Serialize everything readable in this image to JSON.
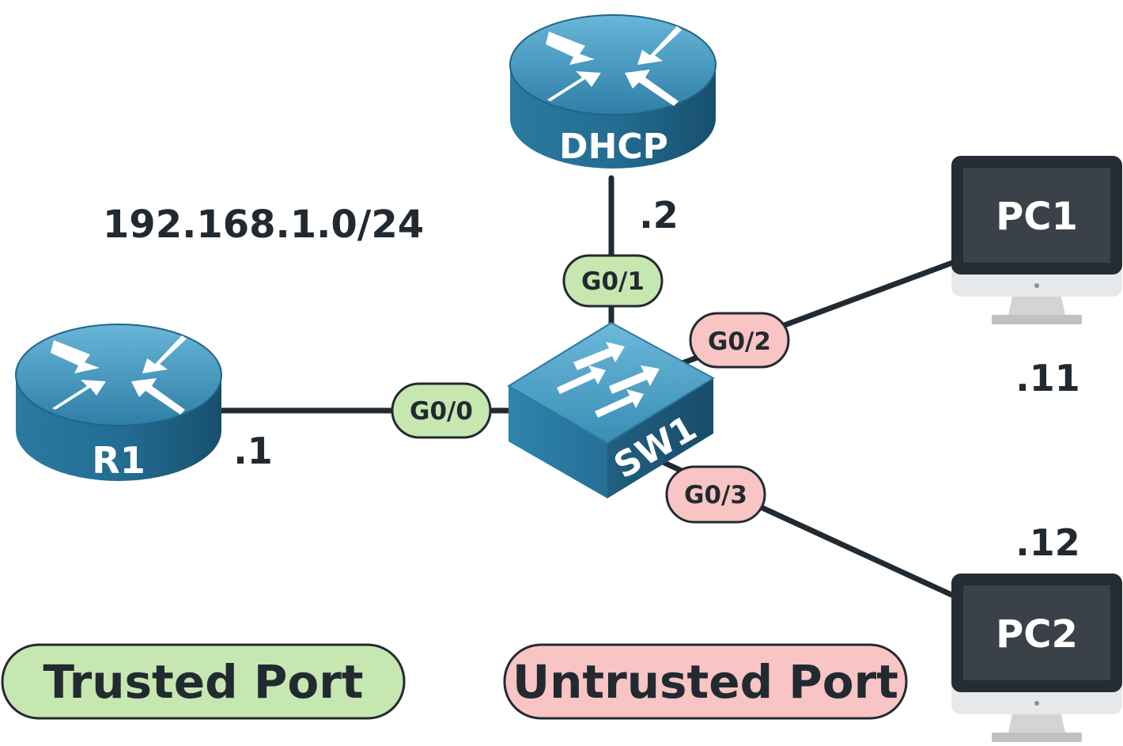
{
  "network": "192.168.1.0/24",
  "devices": {
    "r1": {
      "name": "R1",
      "ip": ".1"
    },
    "dhcp": {
      "name": "DHCP",
      "ip": ".2"
    },
    "sw1": {
      "name": "SW1"
    },
    "pc1": {
      "name": "PC1",
      "ip": ".11"
    },
    "pc2": {
      "name": "PC2",
      "ip": ".12"
    }
  },
  "ports": {
    "g00": "G0/0",
    "g01": "G0/1",
    "g02": "G0/2",
    "g03": "G0/3"
  },
  "legend": {
    "trusted": "Trusted Port",
    "untrusted": "Untrusted Port"
  },
  "colors": {
    "trusted_fill": "#c6e7b0",
    "untrusted_fill": "#f9c4c4",
    "outline": "#222a31",
    "router_top": "#3a8cb2",
    "router_side": "#1c5f7f",
    "monitor_frame": "#262c33",
    "monitor_screen": "#3b4148",
    "monitor_stand": "#c8cacc"
  }
}
